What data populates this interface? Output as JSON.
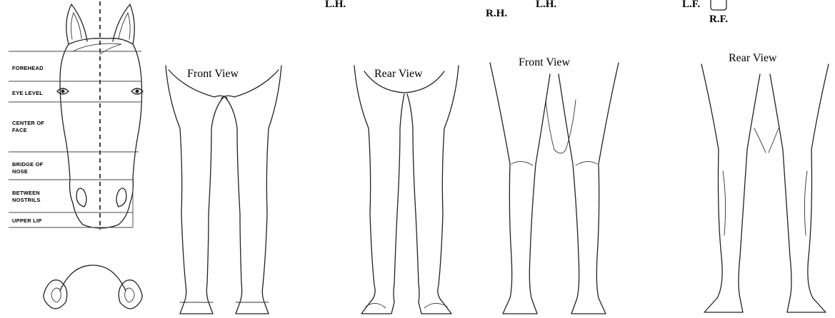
{
  "leg_marks": {
    "lh_1": "L.H.",
    "rh": "R.H.",
    "lh_2": "L.H.",
    "lf": "L.F.",
    "rf": "R.F."
  },
  "face_chart": {
    "labels": {
      "forehead": "FOREHEAD",
      "eye_level": "EYE LEVEL",
      "center_of_face_1": "CENTER OF",
      "center_of_face_2": "FACE",
      "bridge_of_nose_1": "BRIDGE OF",
      "bridge_of_nose_2": "NOSE",
      "between_nostrils_1": "BETWEEN",
      "between_nostrils_2": "NOSTRILS",
      "upper_lip": "UPPER LIP"
    }
  },
  "hind_legs": {
    "front_view": "Front View",
    "rear_view": "Rear View"
  },
  "fore_legs": {
    "front_view": "Front View",
    "rear_view": "Rear View"
  }
}
